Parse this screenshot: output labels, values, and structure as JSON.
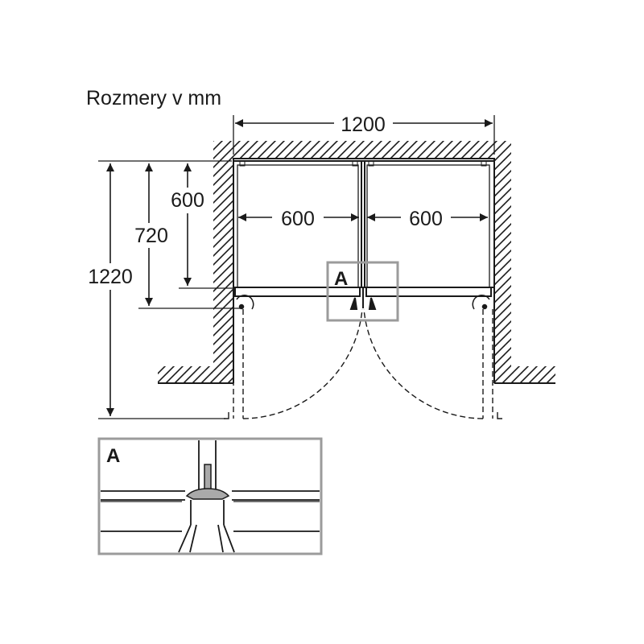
{
  "title": "Rozmery v mm",
  "dimensions": {
    "total_width": "1200",
    "left_door_width": "600",
    "right_door_width": "600",
    "depth_body": "600",
    "depth_with_doors": "720",
    "depth_doors_open": "1220"
  },
  "detail": {
    "marker_label": "A",
    "inset_label": "A"
  },
  "colors": {
    "line": "#1a1a1a",
    "detail_frame": "#9b9b9b",
    "fill_gray": "#a9a9a9"
  }
}
